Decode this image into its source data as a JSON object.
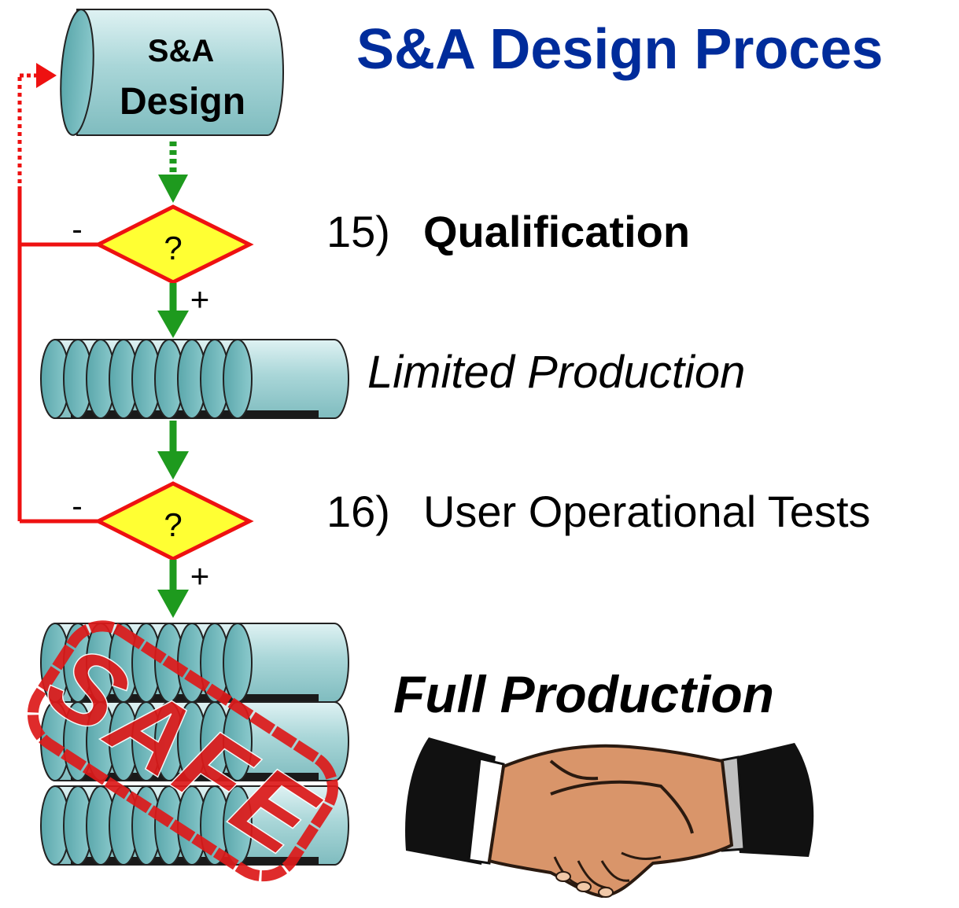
{
  "title": "S&A Design Proces",
  "start_node": {
    "line1": "S&A",
    "line2": "Design"
  },
  "decision_symbol": "?",
  "branch_negative": "-",
  "branch_positive": "+",
  "steps": [
    {
      "number": "15)",
      "label": "Qualification"
    },
    {
      "number": "16)",
      "label": "User Operational Tests"
    }
  ],
  "limited_production": "Limited Production",
  "full_production": "Full Production",
  "stamp_text": "SAFE",
  "colors": {
    "title": "#002c9b",
    "cylinder_fill": "#a9d6d8",
    "cylinder_end": "#6fb6ba",
    "flow_arrow": "#1e9a1e",
    "reject_line": "#ee1111",
    "decision_fill": "#ffff33",
    "decision_border": "#ee1111",
    "stamp": "#dd1a1a",
    "handshake_skin": "#d9956a",
    "sleeve": "#111111"
  },
  "icons": [
    "handshake-icon",
    "cylinder-icon",
    "decision-diamond-icon",
    "safe-stamp-icon"
  ]
}
